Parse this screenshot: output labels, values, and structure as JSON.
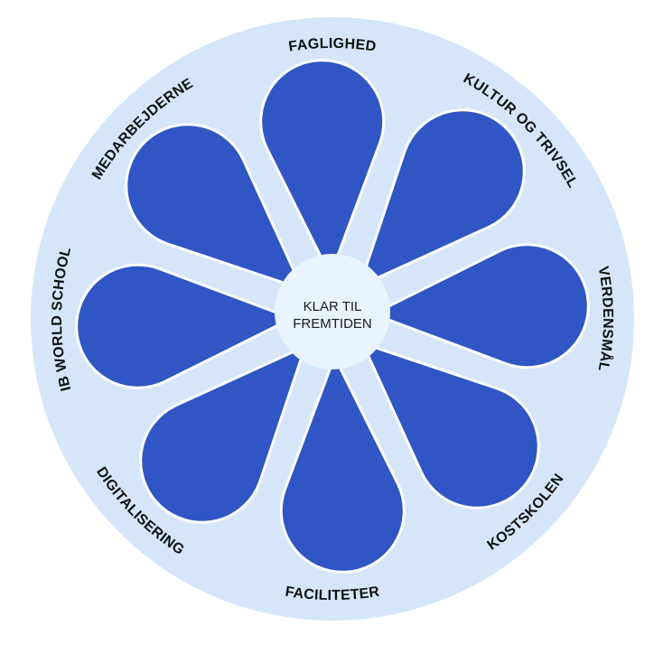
{
  "diagram": {
    "center": {
      "line1": "KLAR TIL",
      "line2": "FREMTIDEN"
    },
    "labels": [
      "FAGLIGHED",
      "KULTUR OG TRIVSEL",
      "VERDENSMÅL",
      "KOSTSKOLEN",
      "FACILITETER",
      "DIGITALISERING",
      "IB WORLD SCHOOL",
      "MEDARBEJDERNE"
    ],
    "colors": {
      "outer_circle": "#d5e6fb",
      "petal": "#2f56c4",
      "petal_outline": "#ffffff",
      "center_circle": "#e8f3fc",
      "text": "#111111"
    }
  }
}
